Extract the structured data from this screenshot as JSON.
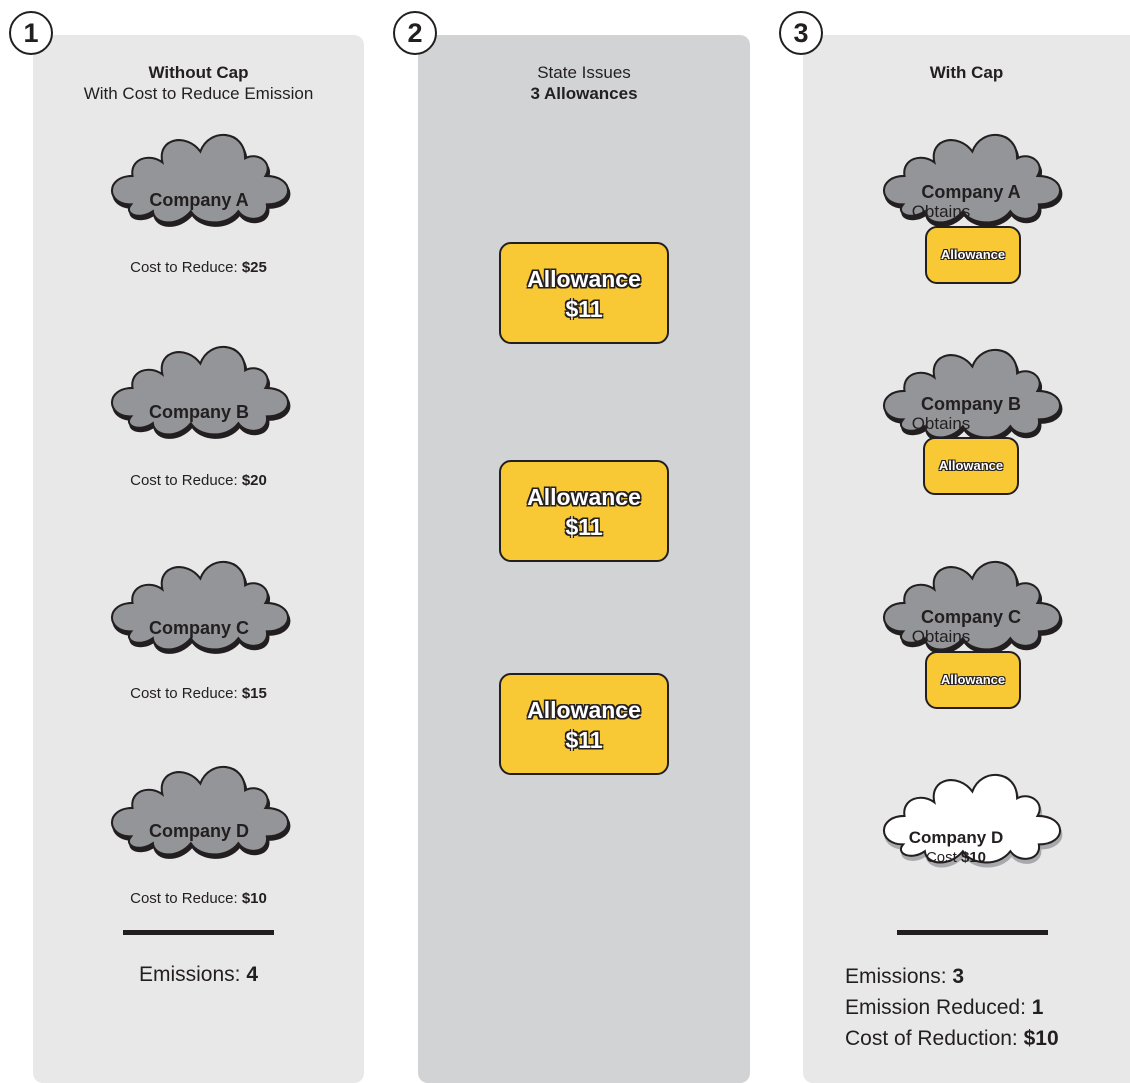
{
  "steps": [
    "1",
    "2",
    "3"
  ],
  "panel1": {
    "title": "Without Cap",
    "subtitle": "With Cost to Reduce Emission",
    "cost_prefix": "Cost to Reduce:",
    "companies": [
      {
        "name": "Company A",
        "cost": "$25"
      },
      {
        "name": "Company B",
        "cost": "$20"
      },
      {
        "name": "Company C",
        "cost": "$15"
      },
      {
        "name": "Company D",
        "cost": "$10"
      }
    ],
    "emissions_label": "Emissions:",
    "emissions_value": "4"
  },
  "panel2": {
    "title": "State Issues",
    "subtitle": "3 Allowances",
    "allowance_label": "Allowance",
    "allowance_price": "$11"
  },
  "panel3": {
    "title": "With Cap",
    "obtains_label": "Obtains",
    "allowance_label": "Allowance",
    "companies": [
      "Company A",
      "Company B",
      "Company C"
    ],
    "reducer": {
      "name": "Company D",
      "cost_label": "Cost",
      "cost_value": "$10"
    },
    "emissions_label": "Emissions:",
    "emissions_value": "3",
    "reduced_label": "Emission Reduced:",
    "reduced_value": "1",
    "cost_label": "Cost of Reduction:",
    "cost_value": "$10"
  },
  "colors": {
    "panel_light": "#e8e8e9",
    "panel_dark": "#d2d3d5",
    "cloud_gray": "#939598",
    "cloud_white": "#ffffff",
    "allowance_yellow": "#f9c935",
    "ink": "#231f20"
  }
}
